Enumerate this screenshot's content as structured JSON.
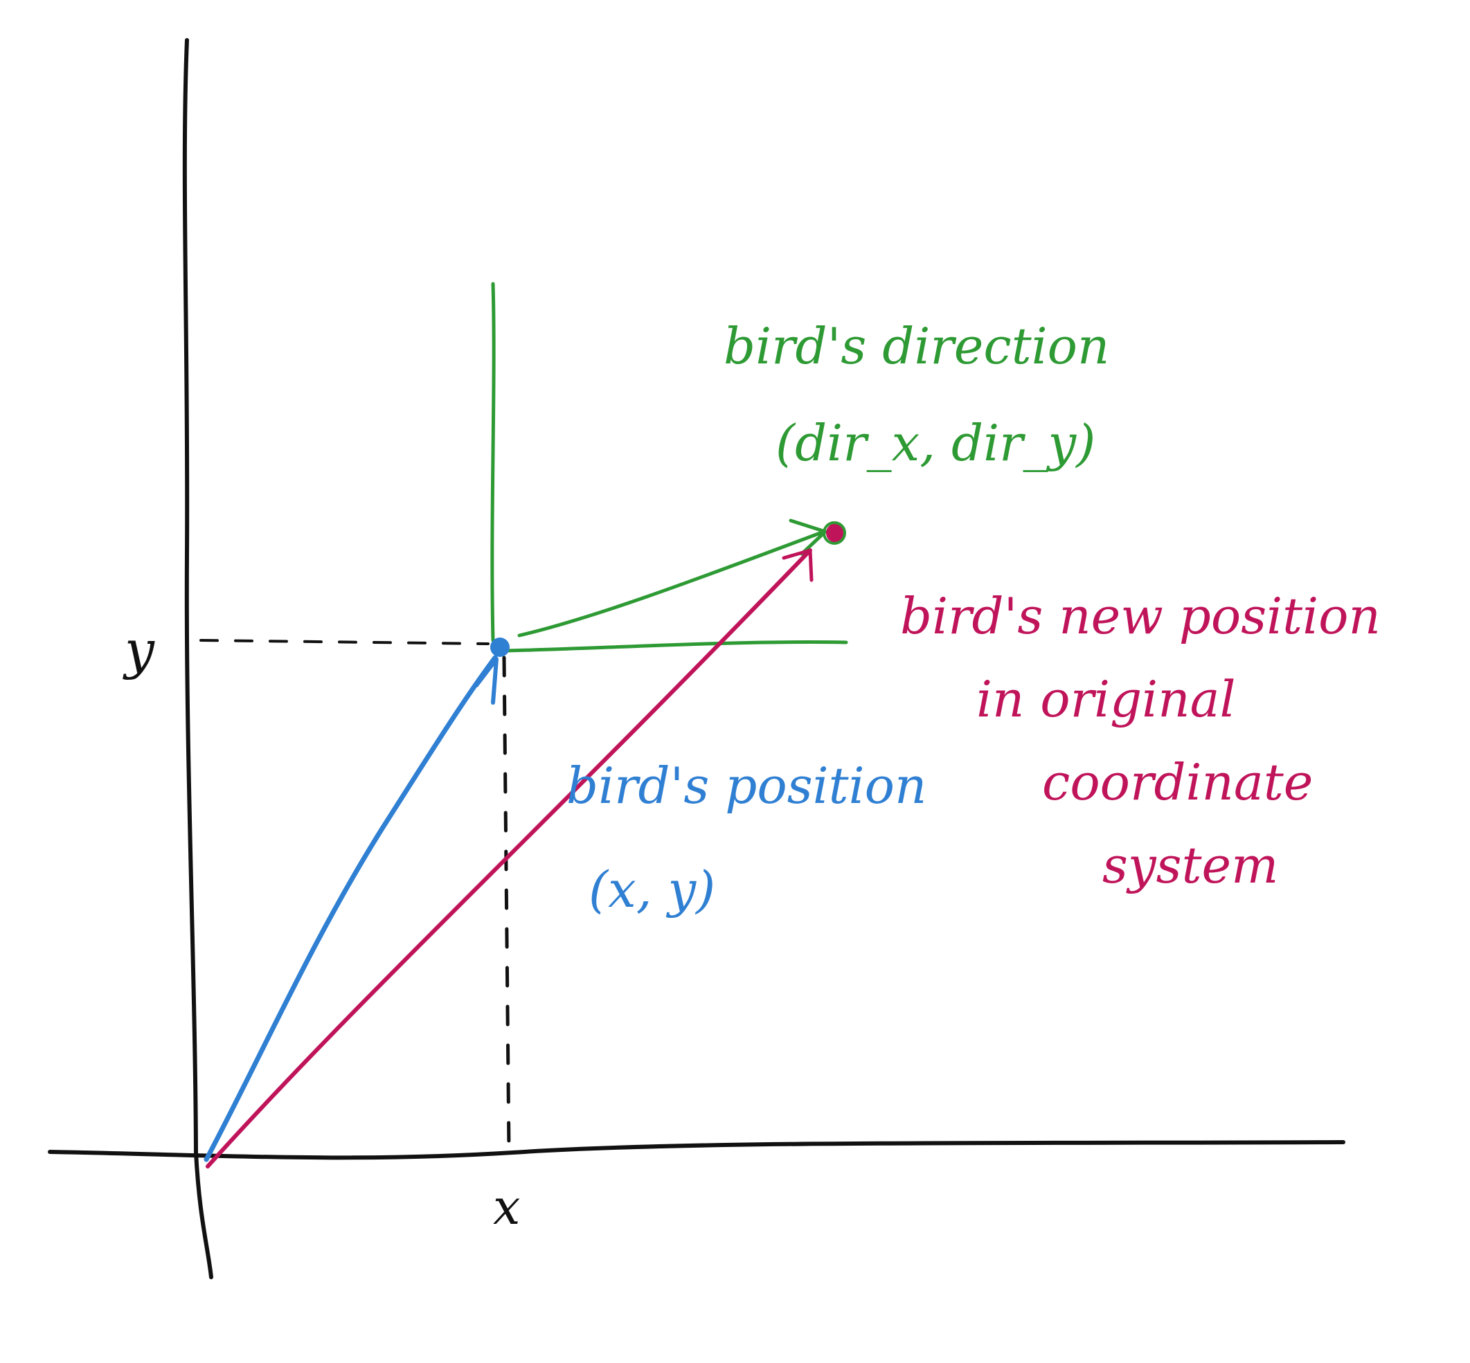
{
  "axes": {
    "x_label": "x",
    "y_label": "y",
    "color": "#111111"
  },
  "position": {
    "label_line1": "bird's position",
    "label_line2": "(x, y)",
    "color": "#2f7fd3"
  },
  "direction": {
    "label_line1": "bird's direction",
    "label_line2": "(dir_x, dir_y)",
    "color": "#2e9a34"
  },
  "new_position": {
    "label_line1": "bird's new position",
    "label_line2": "in original",
    "label_line3": "coordinate",
    "label_line4": "system",
    "color": "#c0145a"
  }
}
